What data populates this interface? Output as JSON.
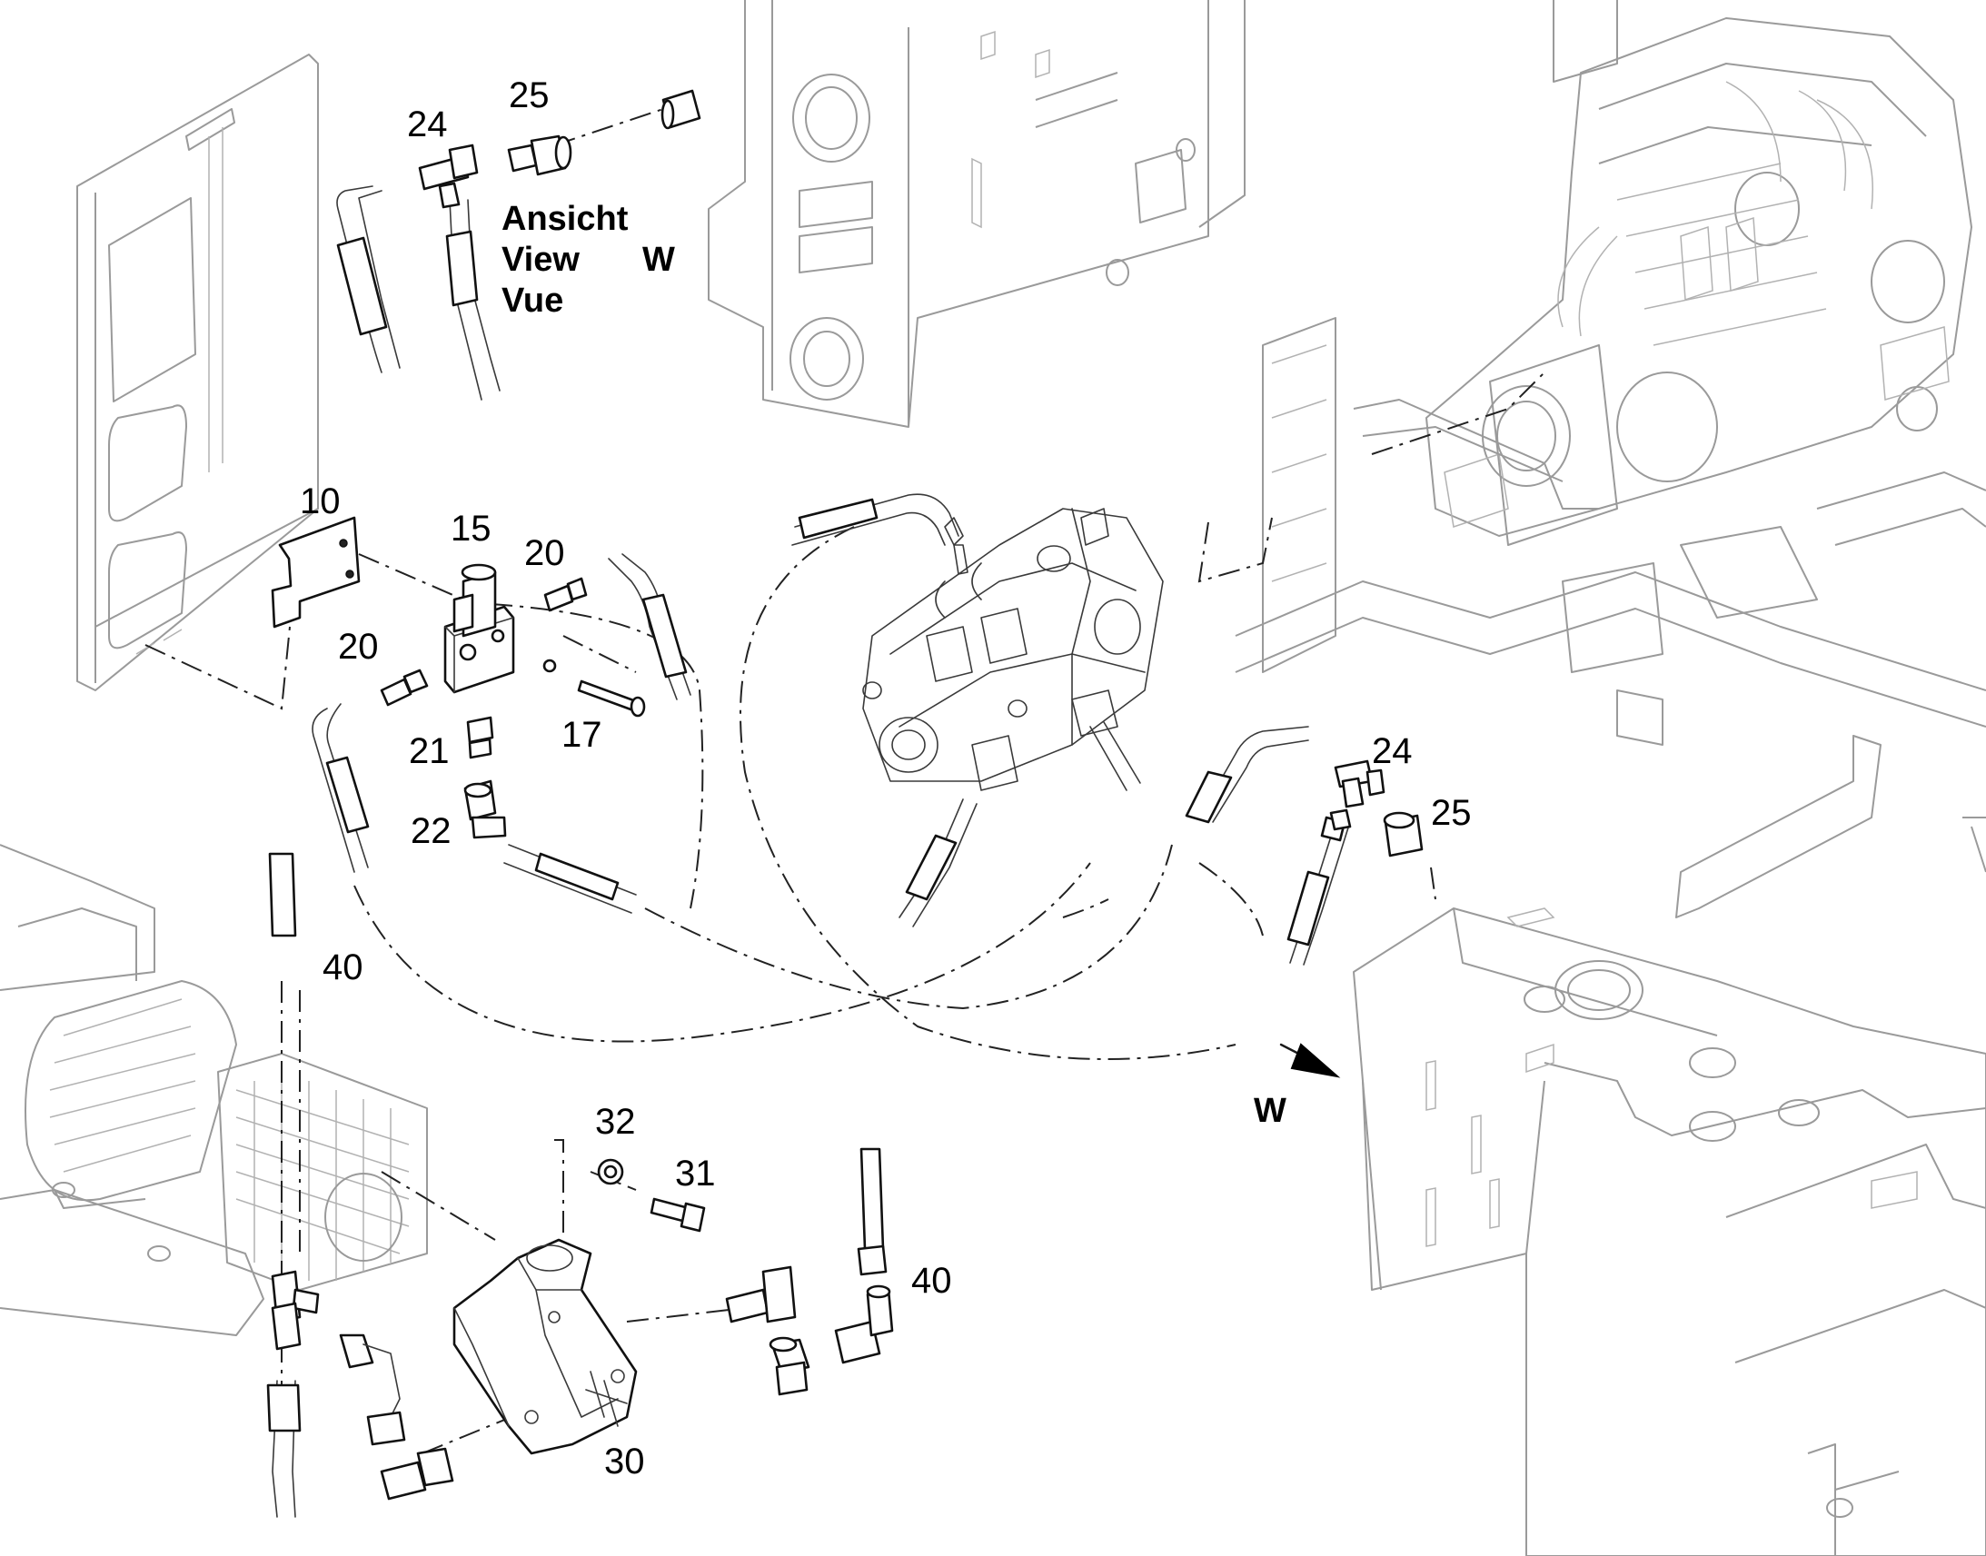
{
  "view_note": {
    "line1": "Ansicht",
    "line2": "View",
    "line3": "Vue",
    "letter": "W"
  },
  "arrow_label": "W",
  "callouts": [
    {
      "id": "c10",
      "text": "10"
    },
    {
      "id": "c15",
      "text": "15"
    },
    {
      "id": "c20a",
      "text": "20"
    },
    {
      "id": "c20b",
      "text": "20"
    },
    {
      "id": "c17",
      "text": "17"
    },
    {
      "id": "c21",
      "text": "21"
    },
    {
      "id": "c22",
      "text": "22"
    },
    {
      "id": "c24a",
      "text": "24"
    },
    {
      "id": "c25a",
      "text": "25"
    },
    {
      "id": "c24b",
      "text": "24"
    },
    {
      "id": "c25b",
      "text": "25"
    },
    {
      "id": "c40a",
      "text": "40"
    },
    {
      "id": "c40b",
      "text": "40"
    },
    {
      "id": "c32",
      "text": "32"
    },
    {
      "id": "c31",
      "text": "31"
    },
    {
      "id": "c30",
      "text": "30"
    }
  ]
}
